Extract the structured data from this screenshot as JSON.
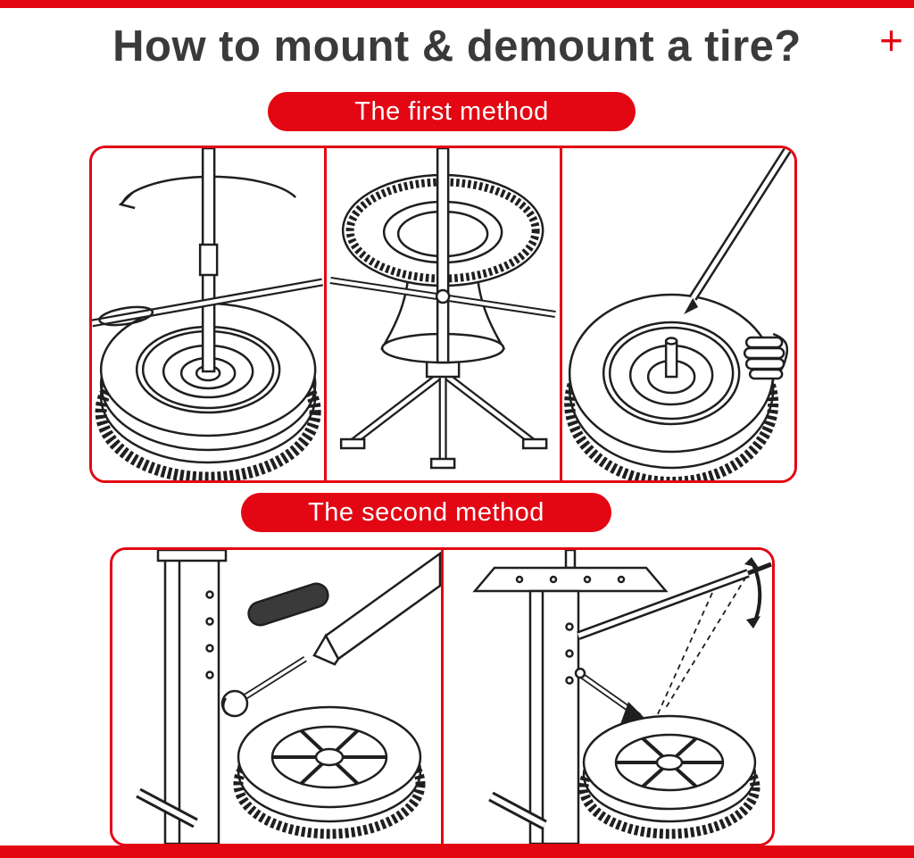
{
  "page": {
    "title": "How to mount & demount a tire?",
    "corner_plus": "+",
    "colors": {
      "accent": "#e30613",
      "title": "#3a3a3a",
      "ink": "#1f1f1f"
    }
  },
  "sections": [
    {
      "id": "first-method",
      "label": "The first method",
      "panel_count": 3,
      "panels": [
        "tire-top-view-on-spindle-with-lever",
        "tire-raised-on-cone-tripod-base",
        "tire-top-view-lever-and-hand"
      ]
    },
    {
      "id": "second-method",
      "label": "The second method",
      "panel_count": 2,
      "panels": [
        "tire-changer-column-hand-lever-wheel",
        "tire-changer-swing-arm-motion-arrow-wheel"
      ]
    }
  ]
}
